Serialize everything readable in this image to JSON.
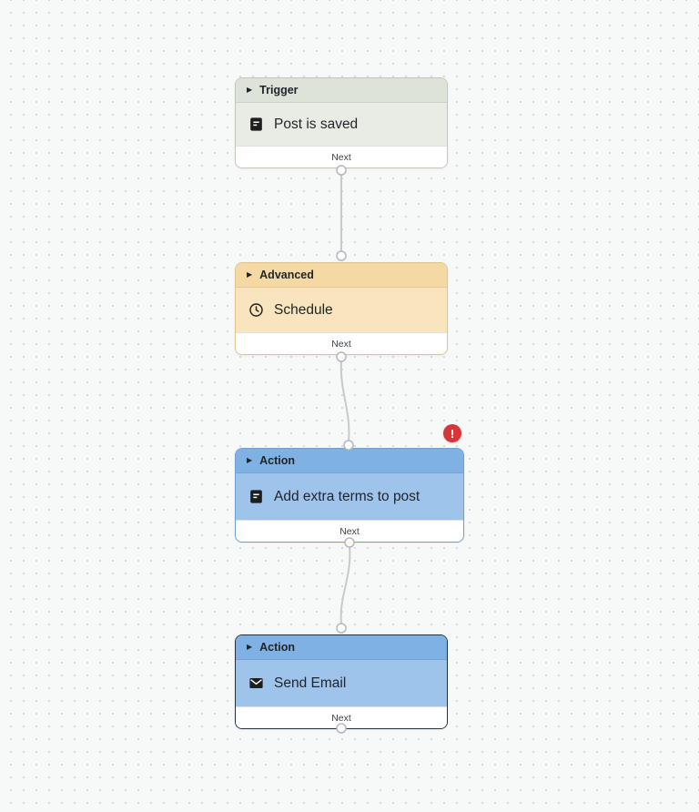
{
  "canvas": {
    "background_color": "#f7f8f8",
    "dot_color": "#d7d9db"
  },
  "error_badge": {
    "symbol": "!",
    "color": "#d63638"
  },
  "nodes": [
    {
      "category": "Trigger",
      "collapse_icon": "▶",
      "title": "Post is saved",
      "icon": "document-icon",
      "port_label": "Next",
      "header_color": "#dde3d9",
      "body_color": "#e8ece4",
      "border_color": "#c0c8bb",
      "selected": false,
      "has_error": false
    },
    {
      "category": "Advanced",
      "collapse_icon": "▶",
      "title": "Schedule",
      "icon": "clock-icon",
      "port_label": "Next",
      "header_color": "#f4d9a5",
      "body_color": "#f8e4bd",
      "border_color": "#dfc48b",
      "selected": false,
      "has_error": false
    },
    {
      "category": "Action",
      "collapse_icon": "▶",
      "title": "Add extra terms to post",
      "icon": "document-icon",
      "port_label": "Next",
      "header_color": "#7fb1e4",
      "body_color": "#9ec4ec",
      "border_color": "#6e9fd2",
      "selected": false,
      "has_error": true
    },
    {
      "category": "Action",
      "collapse_icon": "▶",
      "title": "Send Email",
      "icon": "email-icon",
      "port_label": "Next",
      "header_color": "#7fb1e4",
      "body_color": "#9ec4ec",
      "border_color": "#22303f",
      "selected": true,
      "has_error": false
    }
  ]
}
